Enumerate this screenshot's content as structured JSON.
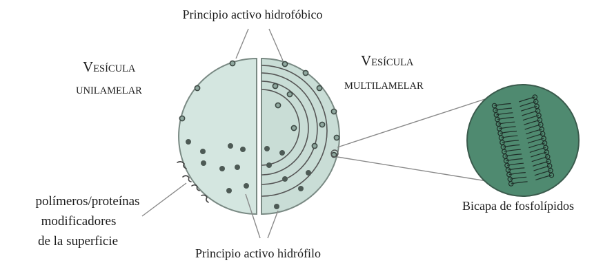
{
  "labels": {
    "hydrophobic": "Principio activo hidrofóbico",
    "hydrophilic": "Principio activo hidrófilo",
    "bilayer": "Bicapa de fosfolípidos",
    "unilamellar_line1_cap": "V",
    "unilamellar_line1_rest": "ESÍCULA",
    "unilamellar_line2": "UNILAMELAR",
    "multilamellar_line1_cap": "V",
    "multilamellar_line1_rest": "ESÍCULA",
    "multilamellar_line2": "MULTILAMELAR",
    "polymers_line1": "polímeros/proteínas",
    "polymers_line2": "modificadores",
    "polymers_line3": "de la superficie"
  },
  "colors": {
    "vesicle_fill": "#c9ddd6",
    "vesicle_fill_left": "#d4e6e0",
    "vesicle_outline": "#7a8a84",
    "dot": "#4d5a55",
    "bilayer_fill": "#4f8a70",
    "lines": "#555555"
  }
}
